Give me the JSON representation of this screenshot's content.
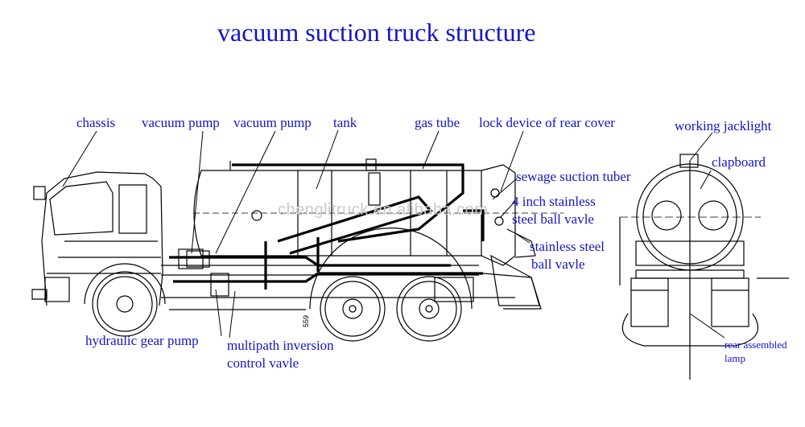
{
  "title": "vacuum suction truck structure",
  "watermark": "chenglitruck.en.alibaba.com",
  "colors": {
    "label": "#1414c8",
    "drawing": "#000000",
    "watermark": "#c9c9c9"
  },
  "labels": {
    "chassis": "chassis",
    "vacuum_pump_1": "vacuum pump",
    "vacuum_pump_2": "vacuum pump",
    "tank": "tank",
    "gas_tube": "gas tube",
    "lock_device": "lock device of rear cover",
    "working_jacklight": "working jacklight",
    "clapboard": "clapboard",
    "sewage_suction_tuber": "sewage suction tuber",
    "inch_ball_valve_line1": "4 inch stainless",
    "inch_ball_valve_line2": "steel ball vavle",
    "stainless_ball_valve_line1": "stainless steel",
    "stainless_ball_valve_line2": "ball vavle",
    "hydraulic_gear_pump": "hydraulic gear pump",
    "multipath_line1": "multipath inversion",
    "multipath_line2": "control vavle",
    "rear_lamp_line1": "rear assembled",
    "rear_lamp_line2": "lamp",
    "dim_text": "559"
  }
}
